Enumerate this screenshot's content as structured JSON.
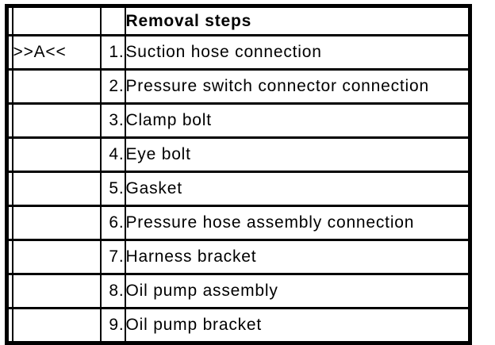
{
  "table": {
    "header": {
      "title": "Removal steps"
    },
    "rows": [
      {
        "marker": ">>A<<",
        "num": "1.",
        "desc": "Suction hose connection"
      },
      {
        "marker": "",
        "num": "2.",
        "desc": "Pressure switch connector connection"
      },
      {
        "marker": "",
        "num": "3.",
        "desc": "Clamp bolt"
      },
      {
        "marker": "",
        "num": "4.",
        "desc": "Eye bolt"
      },
      {
        "marker": "",
        "num": "5.",
        "desc": "Gasket"
      },
      {
        "marker": "",
        "num": "6.",
        "desc": "Pressure hose assembly connection"
      },
      {
        "marker": "",
        "num": "7.",
        "desc": "Harness bracket"
      },
      {
        "marker": "",
        "num": "8.",
        "desc": "Oil pump assembly"
      },
      {
        "marker": "",
        "num": "9.",
        "desc": "Oil pump bracket"
      }
    ]
  },
  "colors": {
    "border": "#000000",
    "background": "#ffffff",
    "text": "#000000"
  }
}
